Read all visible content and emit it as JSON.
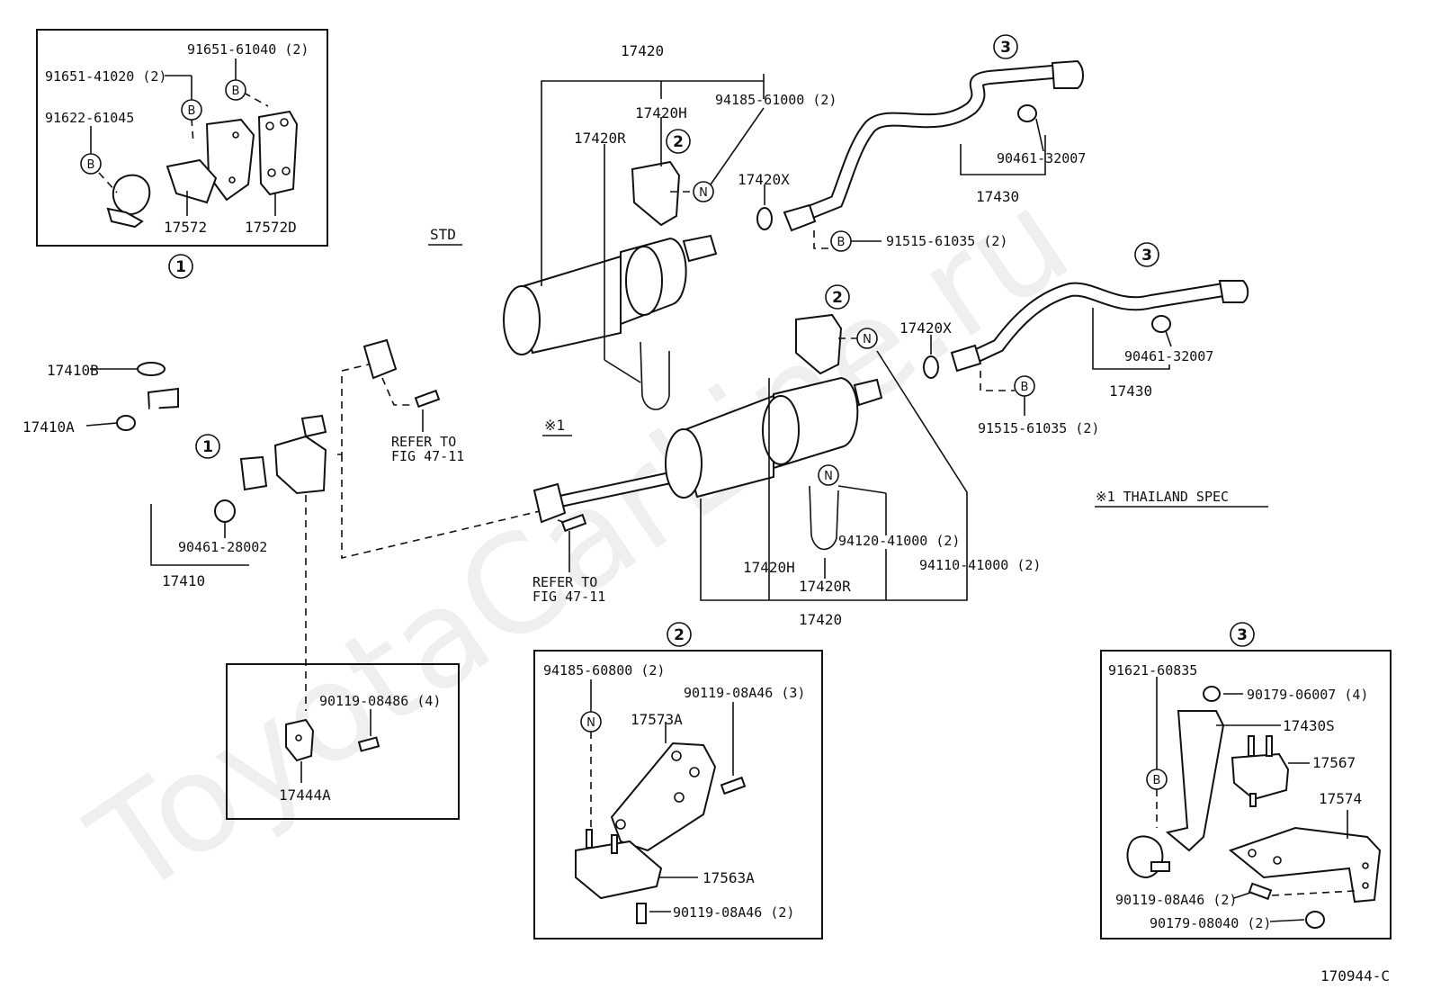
{
  "watermark": "ToyotaCarLine.ru",
  "figure_id": "170944-C",
  "groups": {
    "std": "STD",
    "thai": "※1",
    "thai_note": "※1 THAILAND SPEC",
    "c1": "1",
    "c2": "2",
    "c3": "3"
  },
  "markers": {
    "B": "B",
    "N": "N"
  },
  "refer": {
    "line1": "REFER TO",
    "line2": "FIG 47-11"
  },
  "parts": {
    "p91651_61040": "91651-61040 (2)",
    "p91651_41020": "91651-41020 (2)",
    "p91622_61045": "91622-61045",
    "p17572": "17572",
    "p17572D": "17572D",
    "p17420": "17420",
    "p17420H": "17420H",
    "p17420R": "17420R",
    "p94185_61000": "94185-61000 (2)",
    "p17420X": "17420X",
    "p90461_32007": "90461-32007",
    "p17430": "17430",
    "p91515_61035": "91515-61035 (2)",
    "p17410B": "17410B",
    "p17410A": "17410A",
    "p90461_28002": "90461-28002",
    "p17410": "17410",
    "p94120_41000": "94120-41000 (2)",
    "p94110_41000": "94110-41000 (2)",
    "p90119_08486": "90119-08486 (4)",
    "p17444A": "17444A",
    "p94185_60800": "94185-60800 (2)",
    "p90119_08A46_3": "90119-08A46 (3)",
    "p17573A": "17573A",
    "p17563A": "17563A",
    "p90119_08A46_2": "90119-08A46 (2)",
    "p91621_60835": "91621-60835",
    "p90179_06007": "90179-06007 (4)",
    "p17430S": "17430S",
    "p17567": "17567",
    "p17574": "17574",
    "p90179_08040": "90179-08040 (2)"
  }
}
